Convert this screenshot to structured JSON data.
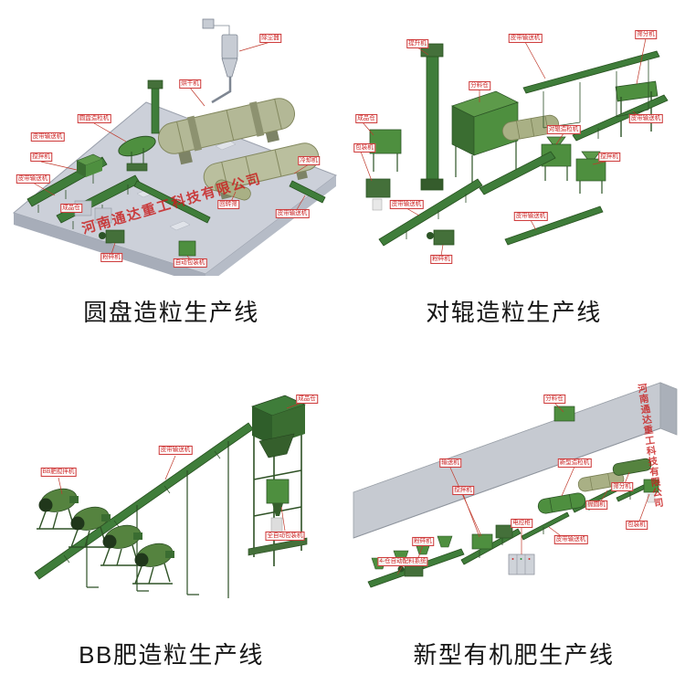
{
  "watermark": {
    "text": "河南通达重工科技有限公司"
  },
  "colors": {
    "label_red": "#cc2222",
    "machine_green": "#3f7d3a",
    "platform_gray": "#ccd0d9"
  },
  "panels": [
    {
      "caption": "圆盘造粒生产线",
      "labels": [
        "除尘器",
        "烘干机",
        "皮带输送机",
        "圆盘造粒机",
        "搅拌机",
        "皮带输送机",
        "成品仓",
        "粉碎机",
        "自动包装机",
        "冷却机",
        "回转筛",
        "皮带输送机"
      ]
    },
    {
      "caption": "对辊造粒生产线",
      "labels": [
        "提升机",
        "皮带输送机",
        "筛分机",
        "成品仓",
        "包装机",
        "分料仓",
        "对辊造粒机",
        "搅拌机",
        "皮带输送机",
        "皮带输送机",
        "粉碎机",
        "皮带输送机"
      ]
    },
    {
      "caption": "BB肥造粒生产线",
      "labels": [
        "BB肥搅拌机",
        "皮带输送机",
        "成品仓",
        "全自动包装机"
      ]
    },
    {
      "caption": "新型有机肥生产线",
      "labels": [
        "分料仓",
        "输送机",
        "新型造粒机",
        "搅拌机",
        "筛分机",
        "抛圆机",
        "电控柜",
        "粉碎机",
        "包装机",
        "4-仓自动配料系统",
        "皮带输送机"
      ]
    }
  ]
}
